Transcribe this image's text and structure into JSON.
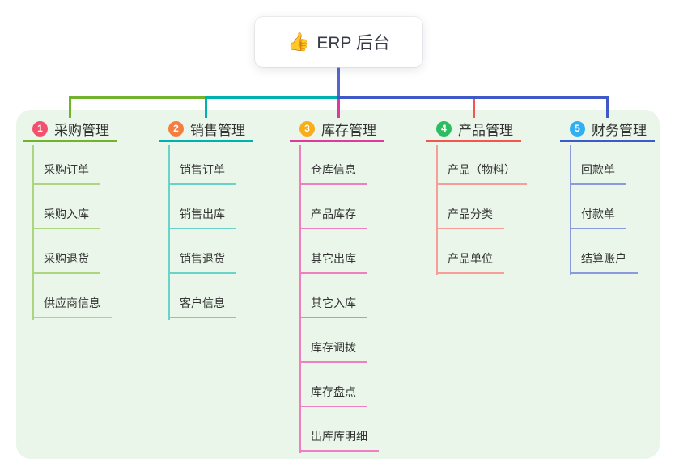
{
  "root": {
    "label": "ERP 后台",
    "icon": "thumbs-up"
  },
  "branches": [
    {
      "badge": "1",
      "title": "采购管理",
      "badge_color": "#f3506e",
      "line_color": "#72b32e",
      "light_color": "#abd57f",
      "children": [
        "采购订单",
        "采购入库",
        "采购退货",
        "供应商信息"
      ]
    },
    {
      "badge": "2",
      "title": "销售管理",
      "badge_color": "#f77c40",
      "line_color": "#00b2af",
      "light_color": "#6bd2ca",
      "children": [
        "销售订单",
        "销售出库",
        "销售退货",
        "客户信息"
      ]
    },
    {
      "badge": "3",
      "title": "库存管理",
      "badge_color": "#f9ad18",
      "line_color": "#e0399e",
      "light_color": "#f07fc0",
      "children": [
        "仓库信息",
        "产品库存",
        "其它出库",
        "其它入库",
        "库存调拨",
        "库存盘点",
        "出库库明细"
      ]
    },
    {
      "badge": "4",
      "title": "产品管理",
      "badge_color": "#2cbd60",
      "line_color": "#f4564e",
      "light_color": "#f89e99",
      "children": [
        "产品（物料）",
        "产品分类",
        "产品单位"
      ]
    },
    {
      "badge": "5",
      "title": "财务管理",
      "badge_color": "#30b0f2",
      "line_color": "#4059c8",
      "light_color": "#8b99dd",
      "children": [
        "回款单",
        "付款单",
        "结算账户"
      ]
    }
  ],
  "colors": {
    "panel_background": "#e9f6e9",
    "root_connector": "#5565cd",
    "text": "#333333"
  }
}
